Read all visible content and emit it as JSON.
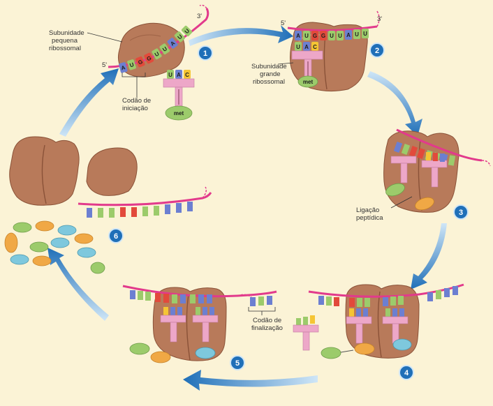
{
  "labels": {
    "small_subunit": [
      "Subunidade",
      "pequena",
      "ribossomal"
    ],
    "large_subunit": [
      "Subunidade",
      "grande",
      "ribossomal"
    ],
    "start_codon": [
      "Codão de",
      "iniciação"
    ],
    "peptide_bond": [
      "Ligação",
      "peptídica"
    ],
    "stop_codon": [
      "Codão de",
      "finalização"
    ],
    "amino_acid": "met",
    "five_prime": "5'",
    "three_prime": "3'"
  },
  "mrna_step1": [
    "A",
    "U",
    "G",
    "G",
    "U",
    "U",
    "A",
    "U",
    "U"
  ],
  "mrna_step2": [
    "A",
    "U",
    "G",
    "G",
    "U",
    "U",
    "A",
    "U",
    "U"
  ],
  "anticodon": [
    "U",
    "A",
    "C"
  ],
  "steps": [
    "1",
    "2",
    "3",
    "4",
    "5",
    "6"
  ],
  "colors": {
    "background": "#fbf3d6",
    "ribosome": "#b87a5a",
    "ribosome_dark": "#8a5238",
    "mrna": "#e23a8c",
    "trna": "#eda7c8",
    "amino_green": "#9ccb6b",
    "amino_orange": "#f0a845",
    "amino_blue": "#7ec8dd",
    "arrow": "#2a86c9",
    "step_badge": "#1f6fb8",
    "base_A": "#6c7fd1",
    "base_U": "#9ccb6b",
    "base_G": "#e24a3b",
    "base_C": "#f5c534"
  }
}
